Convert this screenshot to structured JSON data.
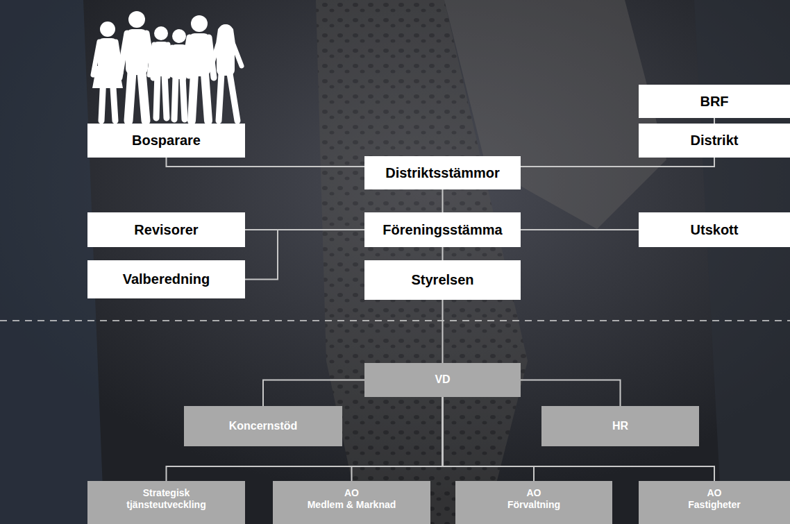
{
  "diagram": {
    "nodes": [
      {
        "text": [
          "Bosparare"
        ]
      },
      {
        "text": [
          "BRF"
        ]
      },
      {
        "text": [
          "Distrikt"
        ]
      },
      {
        "text": [
          "Distriktsstämmor"
        ]
      },
      {
        "text": [
          "Revisorer"
        ]
      },
      {
        "text": [
          "Föreningsstämma"
        ]
      },
      {
        "text": [
          "Utskott"
        ]
      },
      {
        "text": [
          "Valberedning"
        ]
      },
      {
        "text": [
          "Styrelsen"
        ]
      },
      {
        "text": [
          "VD"
        ]
      },
      {
        "text": [
          "Koncernstöd"
        ]
      },
      {
        "text": [
          "HR"
        ]
      },
      {
        "text": [
          "Strategisk tjänsteutveckling"
        ]
      },
      {
        "text": [
          "AO",
          "Medlem & Marknad"
        ]
      },
      {
        "text": [
          "AO",
          "Förvaltning"
        ]
      },
      {
        "text": [
          "AO",
          "Fastigheter"
        ]
      }
    ],
    "edges": [
      {
        "from": 1,
        "to": 2,
        "arrow": "none"
      },
      {
        "from": 0,
        "to": 3,
        "arrow": "none"
      },
      {
        "from": 2,
        "to": 3,
        "arrow": "none"
      },
      {
        "from": 3,
        "to": 5,
        "arrow": "none"
      },
      {
        "from": 4,
        "to": 5,
        "arrow": "none"
      },
      {
        "from": 7,
        "to": 5,
        "arrow": "none"
      },
      {
        "from": 5,
        "to": 6,
        "arrow": "none"
      },
      {
        "from": 5,
        "to": 8,
        "arrow": "none"
      },
      {
        "from": 8,
        "to": 9,
        "arrow": "none"
      },
      {
        "from": 9,
        "to": 10,
        "arrow": "none"
      },
      {
        "from": 9,
        "to": 11,
        "arrow": "none"
      },
      {
        "from": 9,
        "to": 12,
        "arrow": "none"
      },
      {
        "from": 9,
        "to": 13,
        "arrow": "none"
      },
      {
        "from": 9,
        "to": 14,
        "arrow": "none"
      },
      {
        "from": 9,
        "to": 15,
        "arrow": "none"
      }
    ]
  }
}
